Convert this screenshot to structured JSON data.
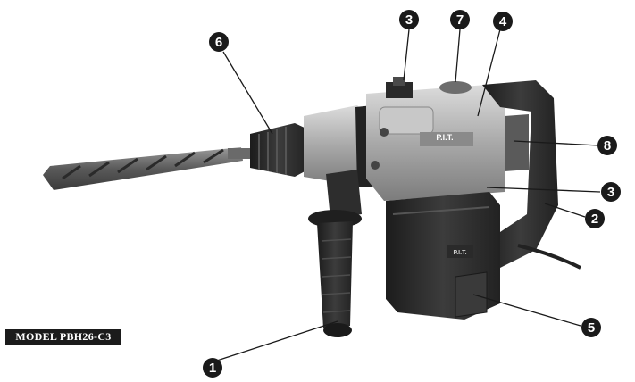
{
  "model_label": "MODEL PBH26-C3",
  "brand": "P.I.T.",
  "colors": {
    "body_dark": "#2b2b2b",
    "body_mid": "#3a3a3a",
    "metal": "#b9b9b9",
    "metal_dark": "#8c8c8c",
    "callout": "#1a1a1a"
  },
  "callouts": [
    {
      "number": "1",
      "part": "side-handle"
    },
    {
      "number": "2",
      "part": "main-handle"
    },
    {
      "number": "3",
      "part": "knob-top"
    },
    {
      "number": "3",
      "part": "knob-side"
    },
    {
      "number": "4",
      "part": "gear-housing"
    },
    {
      "number": "5",
      "part": "motor-cover"
    },
    {
      "number": "6",
      "part": "chuck"
    },
    {
      "number": "7",
      "part": "top-cap"
    },
    {
      "number": "8",
      "part": "trigger-switch"
    }
  ]
}
